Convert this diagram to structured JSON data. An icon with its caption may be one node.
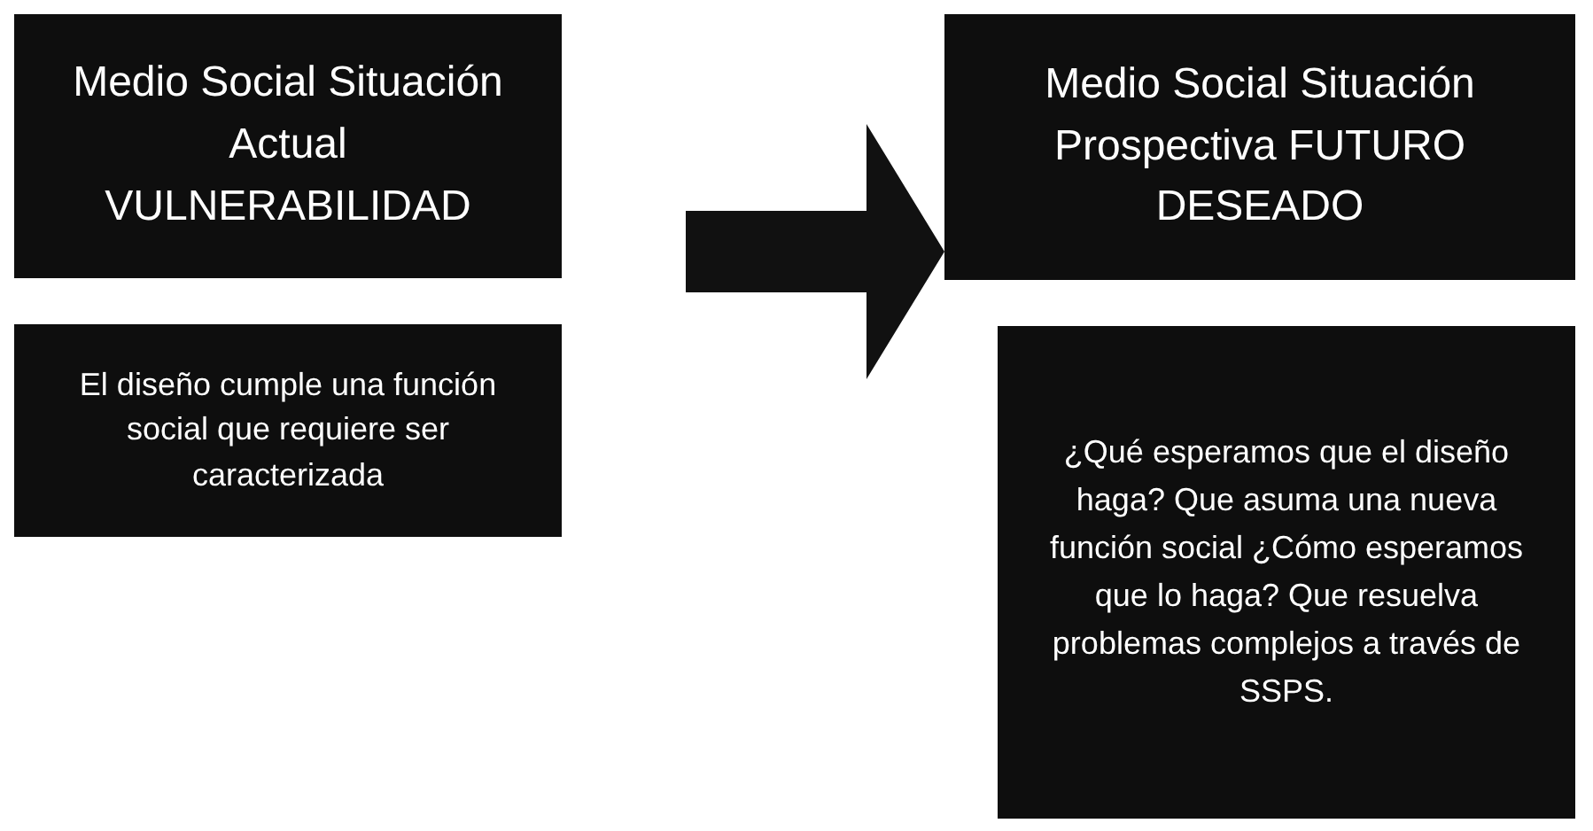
{
  "diagram": {
    "nodes": [
      {
        "text": [
          "Medio Social Situación Actual VULNERABILIDAD"
        ]
      },
      {
        "text": [
          "El diseño cumple una función social que requiere ser caracterizada"
        ]
      },
      {
        "text": [
          "Medio Social Situación Prospectiva FUTURO DESEADO"
        ]
      },
      {
        "text": [
          "¿Qué esperamos que el diseño haga? Que asuma una nueva función social ¿Cómo esperamos que lo haga? Que resuelva problemas complejos a través de SSPS."
        ]
      }
    ],
    "edges": [
      {
        "from": 0,
        "to": 2,
        "arrow": "to",
        "style": "thick"
      }
    ]
  }
}
